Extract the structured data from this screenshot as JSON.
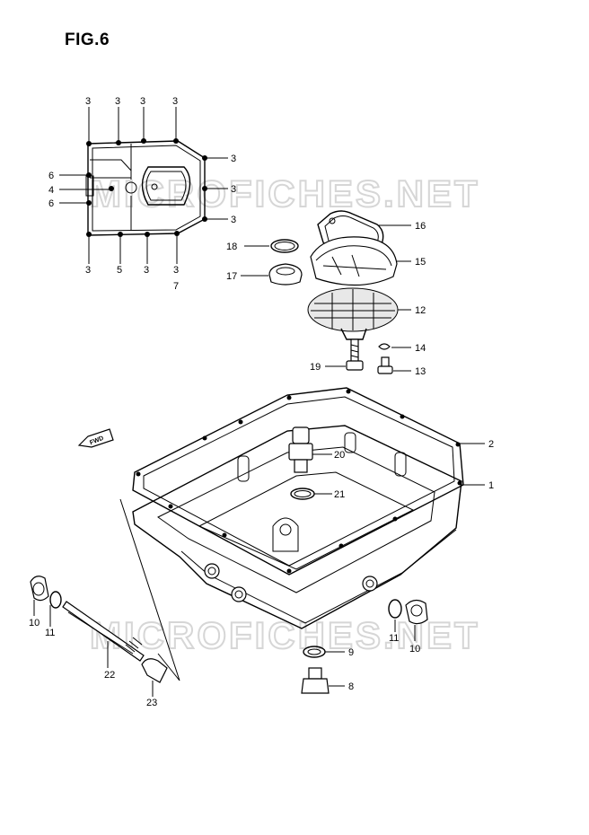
{
  "figure": {
    "title": "FIG.6"
  },
  "watermarks": [
    {
      "id": "wm-top",
      "text": "MICROFICHES.NET"
    },
    {
      "id": "wm-bottom",
      "text": "MICROFICHES.NET"
    }
  ],
  "direction_marker": {
    "text": "FWD"
  },
  "callouts": {
    "c3a": "3",
    "c3b": "3",
    "c3c": "3",
    "c3d": "3",
    "c3e": "3",
    "c3f": "3",
    "c3g": "3",
    "c6a": "6",
    "c4": "4",
    "c6b": "6",
    "c3h": "3",
    "c5": "5",
    "c3i": "3",
    "c3j": "3",
    "c7": "7",
    "c16": "16",
    "c18": "18",
    "c15": "15",
    "c17": "17",
    "c12": "12",
    "c14": "14",
    "c19": "19",
    "c13": "13",
    "c2": "2",
    "c20": "20",
    "c1": "1",
    "c21": "21",
    "c10a": "10",
    "c11a": "11",
    "c11b": "11",
    "c10b": "10",
    "c9": "9",
    "c22": "22",
    "c8": "8",
    "c23": "23"
  }
}
